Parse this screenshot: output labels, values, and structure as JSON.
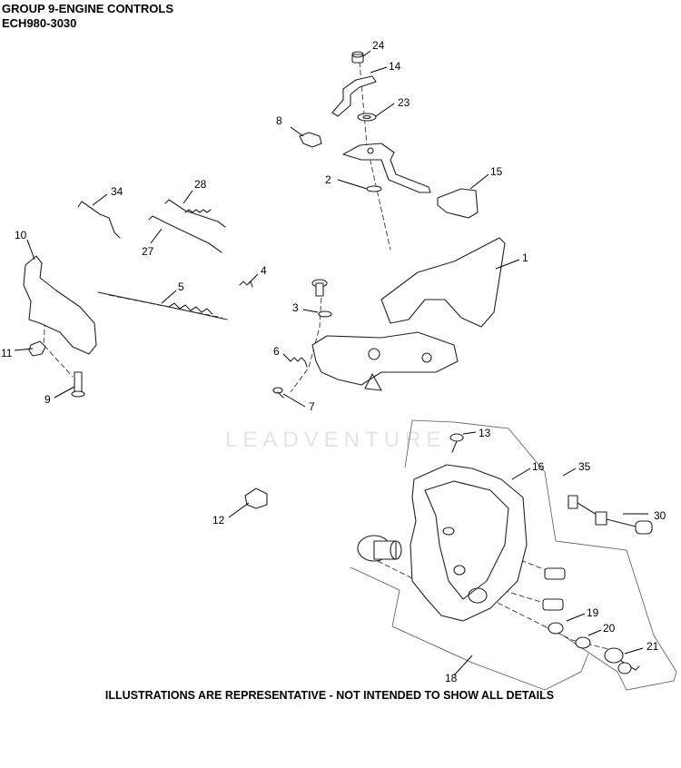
{
  "header": {
    "group_title": "GROUP 9-ENGINE CONTROLS",
    "model_code": "ECH980-3030"
  },
  "watermark": "LEADVENTURE",
  "footer": {
    "note": "ILLUSTRATIONS ARE REPRESENTATIVE - NOT INTENDED TO SHOW ALL DETAILS"
  },
  "callouts": [
    "24",
    "14",
    "23",
    "8",
    "2",
    "15",
    "34",
    "28",
    "1",
    "10",
    "27",
    "4",
    "5",
    "3",
    "6",
    "11",
    "9",
    "7",
    "13",
    "16",
    "35",
    "30",
    "12",
    "19",
    "20",
    "21",
    "18"
  ]
}
